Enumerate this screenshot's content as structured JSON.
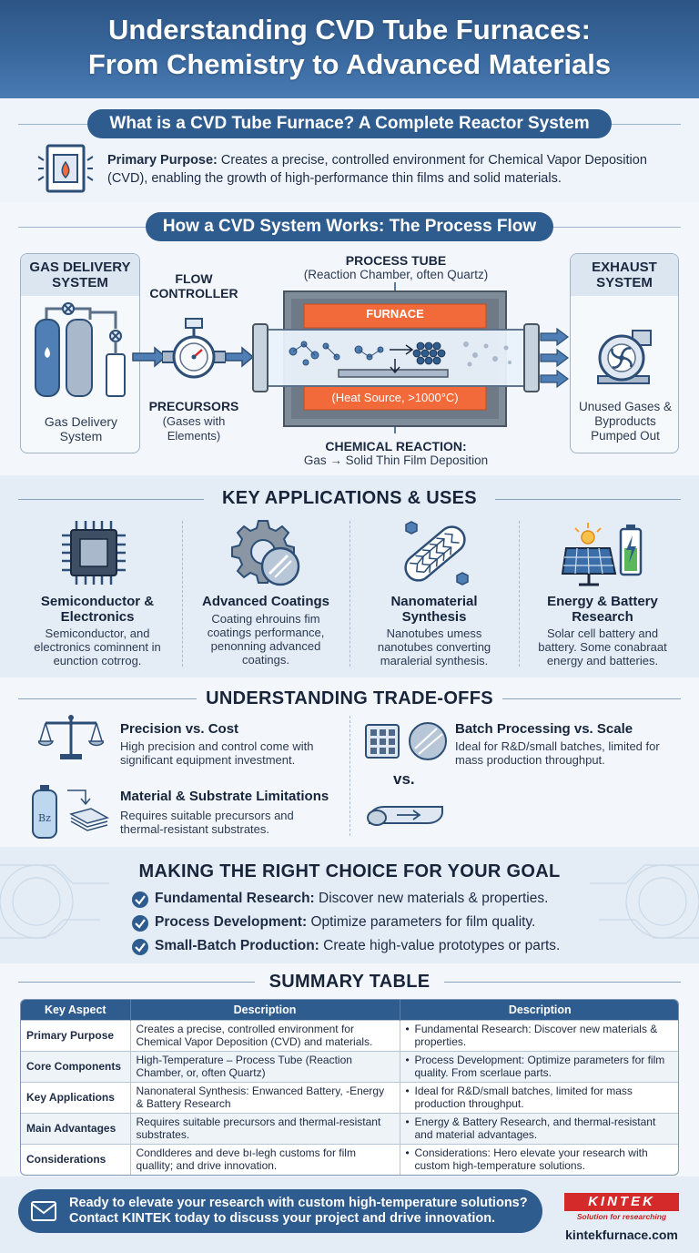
{
  "header": {
    "title_line1": "Understanding CVD Tube Furnaces:",
    "title_line2": "From Chemistry to Advanced Materials"
  },
  "intro": {
    "pill": "What is a CVD Tube Furnace? A Complete Reactor System",
    "purpose_label": "Primary Purpose:",
    "purpose_text": "Creates a precise, controlled environment for Chemical Vapor Deposition (CVD), enabling the growth of high-performance thin films and solid materials."
  },
  "process": {
    "pill": "How a CVD System Works: The Process Flow",
    "gas_head": "GAS DELIVERY SYSTEM",
    "gas_caption": "Gas Delivery System",
    "flow_label": "FLOW CONTROLLER",
    "precursors_label": "PRECURSORS",
    "precursors_note": "(Gases with Elements)",
    "tube_label": "PROCESS TUBE",
    "tube_note": "(Reaction Chamber, often Quartz)",
    "furnace_label": "FURNACE",
    "heat_label": "(Heat Source, >1000°C)",
    "reaction_label": "CHEMICAL REACTION:",
    "reaction_note": "Gas → Solid Thin Film Deposition",
    "exhaust_head": "EXHAUST SYSTEM",
    "exhaust_caption": "Unused Gases & Byproducts Pumped Out"
  },
  "applications": {
    "title": "KEY APPLICATIONS & USES",
    "items": [
      {
        "title": "Semiconductor & Electronics",
        "desc": "Semiconductor, and electronics cominnent in eunction cotrrog."
      },
      {
        "title": "Advanced Coatings",
        "desc": "Coating ehrouins fim coatings performance, penonning advanced coatings."
      },
      {
        "title": "Nanomaterial Synthesis",
        "desc": "Nanotubes umess nanotubes converting maralerial synthesis."
      },
      {
        "title": "Energy & Battery Research",
        "desc": "Solar cell battery and battery. Some conabraat energy and batteries."
      }
    ]
  },
  "tradeoffs": {
    "title": "UNDERSTANDING TRADE-OFFS",
    "items": [
      {
        "title": "Precision vs. Cost",
        "desc": "High precision and control come with significant equipment investment."
      },
      {
        "title": "Material & Substrate Limitations",
        "desc": "Requires suitable precursors and thermal-resistant substrates."
      },
      {
        "title": "Batch Processing vs. Scale",
        "desc": "Ideal for R&D/small batches, limited for mass production throughput."
      }
    ],
    "vs_label": "vs.",
    "gas_cyl_label": "Bz"
  },
  "choice": {
    "title": "MAKING THE RIGHT CHOICE FOR YOUR GOAL",
    "items": [
      {
        "label": "Fundamental Research:",
        "text": "Discover new materials & properties."
      },
      {
        "label": "Process Development:",
        "text": "Optimize parameters for film quality."
      },
      {
        "label": "Small-Batch Production:",
        "text": "Create high-value prototypes or parts."
      }
    ]
  },
  "summary": {
    "title": "SUMMARY TABLE",
    "headers": [
      "Key Aspect",
      "Description",
      "Description"
    ],
    "rows": [
      [
        "Primary Purpose",
        "Creates a precise, controlled environment for Chemical Vapor Deposition (CVD) and materials.",
        "Fundamental Research: Discover new materials & properties."
      ],
      [
        "Core Components",
        "High-Temperature – Process Tube (Reaction Chamber, or, often Quartz)",
        "Process Development: Optimize parameters for film quality. From scerlaue parts."
      ],
      [
        "Key Applications",
        "Nanonateral Synthesis: Enwanced Battery, -Energy & Battery Research",
        "Ideal for R&D/small batches, limited for mass production throughput."
      ],
      [
        "Main Advantages",
        "Requires suitable precursors and thermal-resistant substrates.",
        "Energy & Battery Research, and thermal-resistant and material advantages."
      ],
      [
        "Considerations",
        "Condlderes and deve bı-legh customs for film quallity; and drive innovation.",
        "Considerations: Hero elevate your research with custom high-temperature solutions."
      ]
    ]
  },
  "footer": {
    "cta_line1": "Ready to elevate your research with custom high-temperature solutions?",
    "cta_line2": "Contact KINTEK today to discuss your project and drive innovation.",
    "logo": "KINTEK",
    "logo_sub": "Solution for researching",
    "site": "kintekfurnace.com"
  },
  "colors": {
    "brand_blue": "#2f5c8f",
    "header_blue": "#3a6aa0",
    "furnace_orange": "#f26a3a",
    "logo_red": "#d42a2a"
  }
}
